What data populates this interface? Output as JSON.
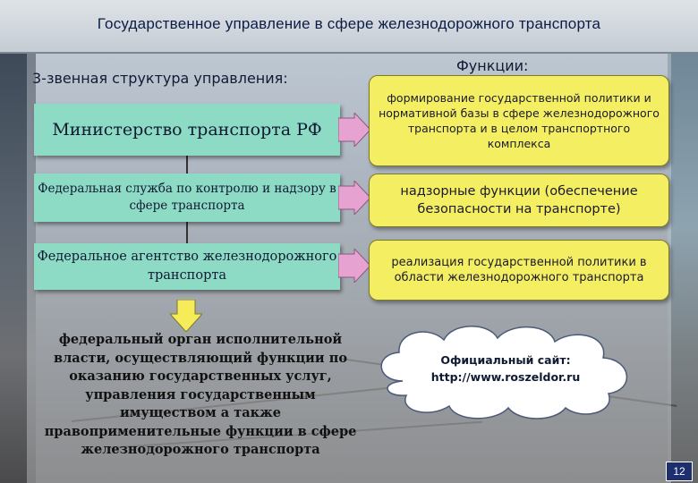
{
  "header": {
    "title": "Государственное управление в сфере железнодорожного транспорта"
  },
  "left": {
    "heading": "3-звенная структура управления:",
    "ministry": "Министерство транспорта РФ",
    "service": "Федеральная служба по контролю и надзору в сфере транспорта",
    "agency": "Федеральное агентство железнодорожного транспорта",
    "description": "федеральный орган исполнительной власти, осуществляющий функции по оказанию государственных услуг, управления государственным имуществом а также правоприменительные функции в сфере железнодорожного транспорта"
  },
  "right": {
    "heading": "Функции:",
    "function1": "формирование государственной политики и нормативной базы в сфере железнодорожного транспорта и в целом транспортного комплекса",
    "function2": "надзорные функции (обеспечение безопасности на транспорте)",
    "function3": "реализация государственной политики в области железнодорожного транспорта"
  },
  "site": {
    "label": "Официальный сайт:",
    "url": "http://www.roszeldor.ru"
  },
  "page": {
    "number": "12"
  },
  "colors": {
    "org_box": "#8ddbc4",
    "function_box": "#f4ef62",
    "arrow": "#e6a2d0",
    "down_arrow": "#f6ec5a",
    "page_badge": "#1d2f6e"
  }
}
